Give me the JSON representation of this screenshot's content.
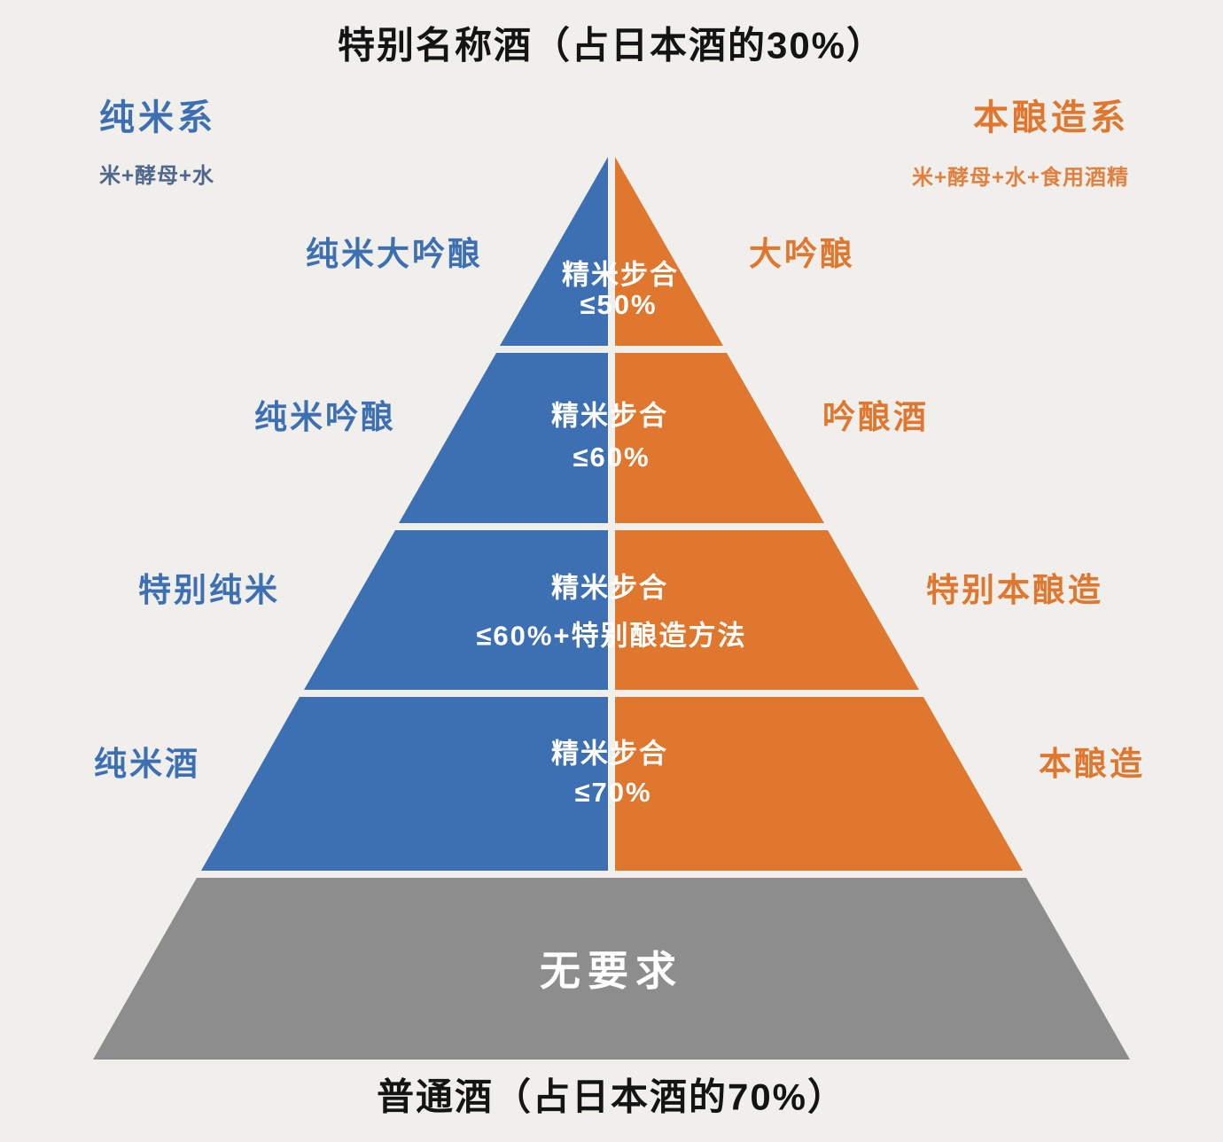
{
  "title": "特别名称酒（占日本酒的30%）",
  "bottom_title": "普通酒（占日本酒的70%）",
  "left_system": {
    "name": "纯米系",
    "formula": "米+酵母+水"
  },
  "right_system": {
    "name": "本酿造系",
    "formula": "米+酵母+水+食用酒精"
  },
  "colors": {
    "blue": "#3d70b2",
    "orange": "#e0772e",
    "gray": "#8d8d8d",
    "background": "#f1efec",
    "title_text": "#141414",
    "center_text": "#ffffff"
  },
  "tiers": [
    {
      "left_label": "纯米大吟酿",
      "right_label": "大吟酿",
      "requirement_line1": "精米步合",
      "requirement_line2": "≤50%"
    },
    {
      "left_label": "纯米吟酿",
      "right_label": "吟酿酒",
      "requirement_line1": "精米步合",
      "requirement_line2": "≤60%"
    },
    {
      "left_label": "特别纯米",
      "right_label": "特别本酿造",
      "requirement_line1": "精米步合",
      "requirement_line2": "≤60%+特别酿造方法"
    },
    {
      "left_label": "纯米酒",
      "right_label": "本酿造",
      "requirement_line1": "精米步合",
      "requirement_line2": "≤70%"
    }
  ],
  "base": {
    "label": "无要求"
  }
}
